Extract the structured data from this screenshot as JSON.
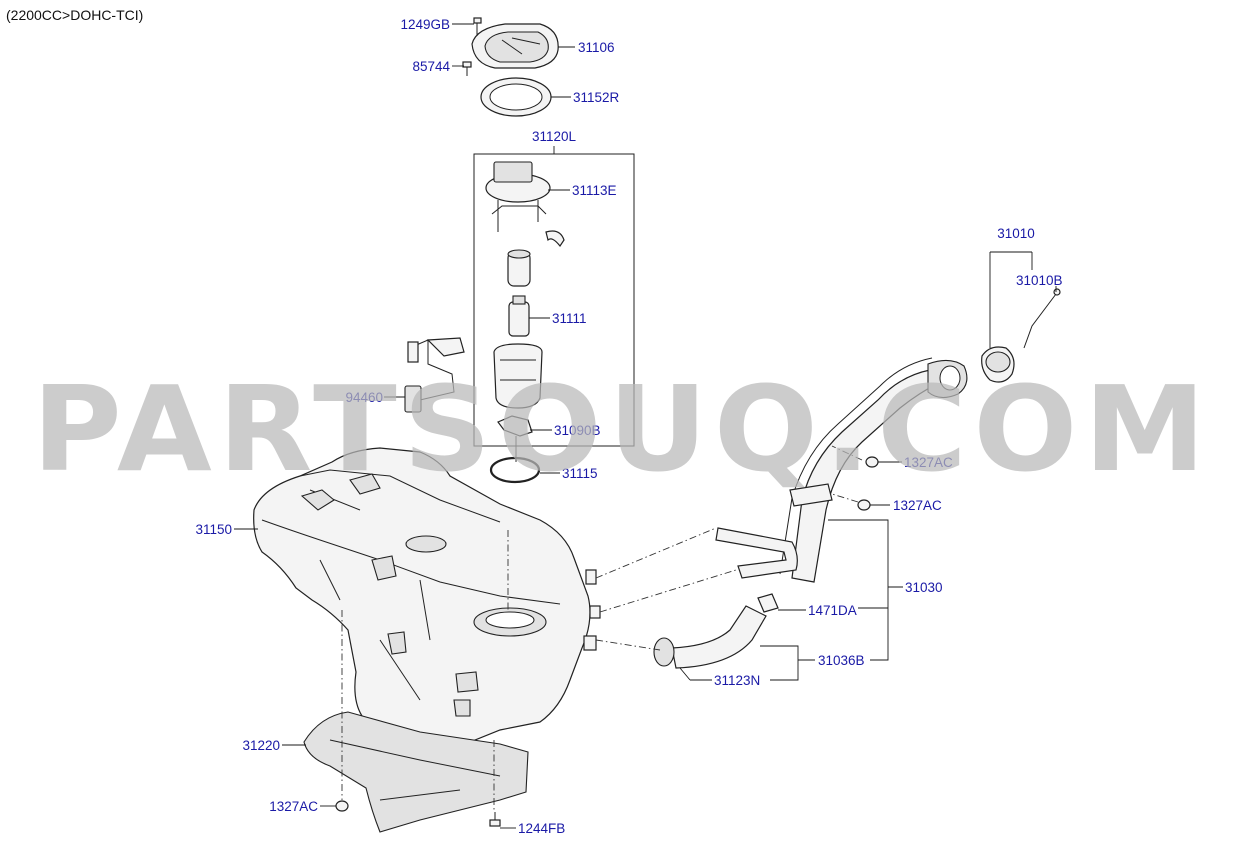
{
  "header": {
    "engine": "(2200CC>DOHC-TCI)"
  },
  "watermark": {
    "text": "PARTSOUQ.COM",
    "color": "#b9b9b9"
  },
  "colors": {
    "label": "#1a1aa6",
    "line": "#222222",
    "background": "#ffffff"
  },
  "parts": [
    {
      "number": "1249GB"
    },
    {
      "number": "31106"
    },
    {
      "number": "85744"
    },
    {
      "number": "31152R"
    },
    {
      "number": "31120L"
    },
    {
      "number": "31113E"
    },
    {
      "number": "31111"
    },
    {
      "number": "94460"
    },
    {
      "number": "31090B"
    },
    {
      "number": "31115"
    },
    {
      "number": "31150"
    },
    {
      "number": "31010"
    },
    {
      "number": "31010B"
    },
    {
      "number": "1327AC"
    },
    {
      "number": "1327AC"
    },
    {
      "number": "31030"
    },
    {
      "number": "1471DA"
    },
    {
      "number": "31036B"
    },
    {
      "number": "31123N"
    },
    {
      "number": "31220"
    },
    {
      "number": "1327AC"
    },
    {
      "number": "1244FB"
    }
  ]
}
